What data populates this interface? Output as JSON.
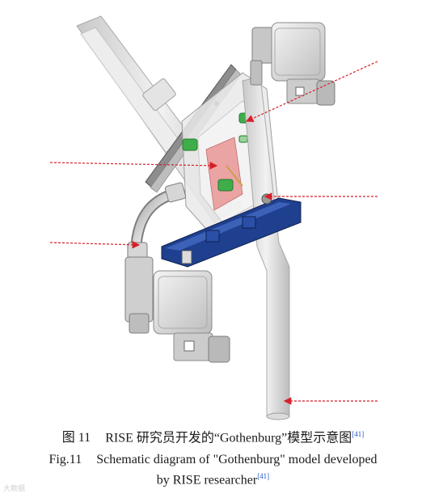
{
  "caption": {
    "cn_fig": "图 11",
    "cn_text": "RISE 研究员开发的“Gothenburg”模型示意图",
    "cn_ref": "[41]",
    "en_fig": "Fig.11",
    "en_text_line1": "Schematic diagram of \"Gothenburg\" model developed",
    "en_text_line2": "by RISE researcher",
    "en_ref": "[41]"
  },
  "watermark": "大数据",
  "colors": {
    "arrow": "#d61f2a",
    "tube": "#d9d9d9",
    "housing": "#cfcfcf",
    "green_fitting": "#3fae4a",
    "blue_bracket": "#1f3f8f",
    "red_channel": "#e88a8a"
  }
}
